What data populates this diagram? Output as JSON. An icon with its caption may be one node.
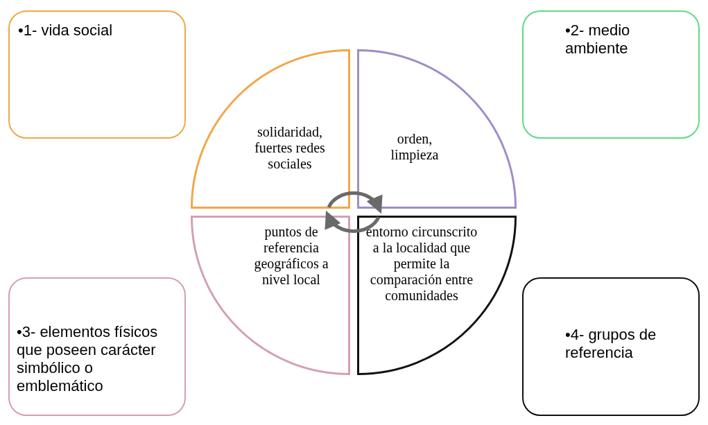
{
  "diagram": {
    "nodes": [
      {
        "text": [
          "•1- vida social"
        ]
      },
      {
        "text": [
          "•2- medio ambiente"
        ]
      },
      {
        "text": [
          "solidaridad, fuertes redes sociales"
        ]
      },
      {
        "text": [
          "orden, limpieza"
        ]
      },
      {
        "text": [
          "puntos de referencia geográficos a nivel local"
        ]
      },
      {
        "text": [
          "entorno circunscrito a la localidad que permite la comparación entre comunidades"
        ]
      },
      {
        "text": [
          "•3- elementos físicos que poseen carácter simbólico o emblemático"
        ]
      },
      {
        "text": [
          "•4- grupos de referencia"
        ]
      }
    ],
    "edges": [
      {
        "from": 2,
        "to": 3,
        "arrow": "to"
      },
      {
        "from": 5,
        "to": 4,
        "arrow": "to"
      }
    ]
  }
}
